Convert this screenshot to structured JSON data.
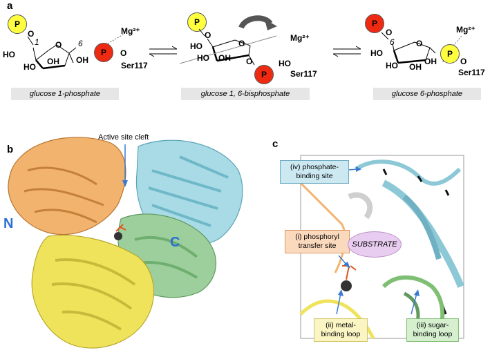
{
  "panels": {
    "a": "a",
    "b": "b",
    "c": "c"
  },
  "panel_a": {
    "phosphate_symbol": "P",
    "magnesium": "Mg²⁺",
    "serine": "Ser117",
    "hydroxyl": "HO",
    "hydroxyl_right": "OH",
    "oxygen": "O",
    "carbon_1": "1",
    "carbon_6": "6",
    "carbon_16": "1",
    "captions": {
      "left": "glucose 1-phosphate",
      "middle": "glucose 1, 6-bisphosphate",
      "right": "glucose 6-phosphate"
    },
    "colors": {
      "phosphate_yellow": "#ffff40",
      "phosphate_red": "#ee2b12"
    }
  },
  "panel_b": {
    "active_site_label": "Active site cleft",
    "n_label": "N",
    "c_label": "C",
    "colors": {
      "domain_orange": "#f2b36e",
      "domain_yellow": "#f0e35c",
      "domain_green": "#9ccf9c",
      "domain_cyan": "#a9dbe6",
      "terminus_blue": "#2a6fd6"
    }
  },
  "panel_c": {
    "substrate": "SUBSTRATE",
    "sites": {
      "phosphate_binding": [
        "(iv) phosphate-",
        "binding site"
      ],
      "phosphoryl_transfer": [
        "(i) phosphoryl",
        "transfer site"
      ],
      "metal_binding": [
        "(ii) metal-",
        "binding loop"
      ],
      "sugar_binding": [
        "(iii) sugar-",
        "binding loop"
      ]
    }
  }
}
